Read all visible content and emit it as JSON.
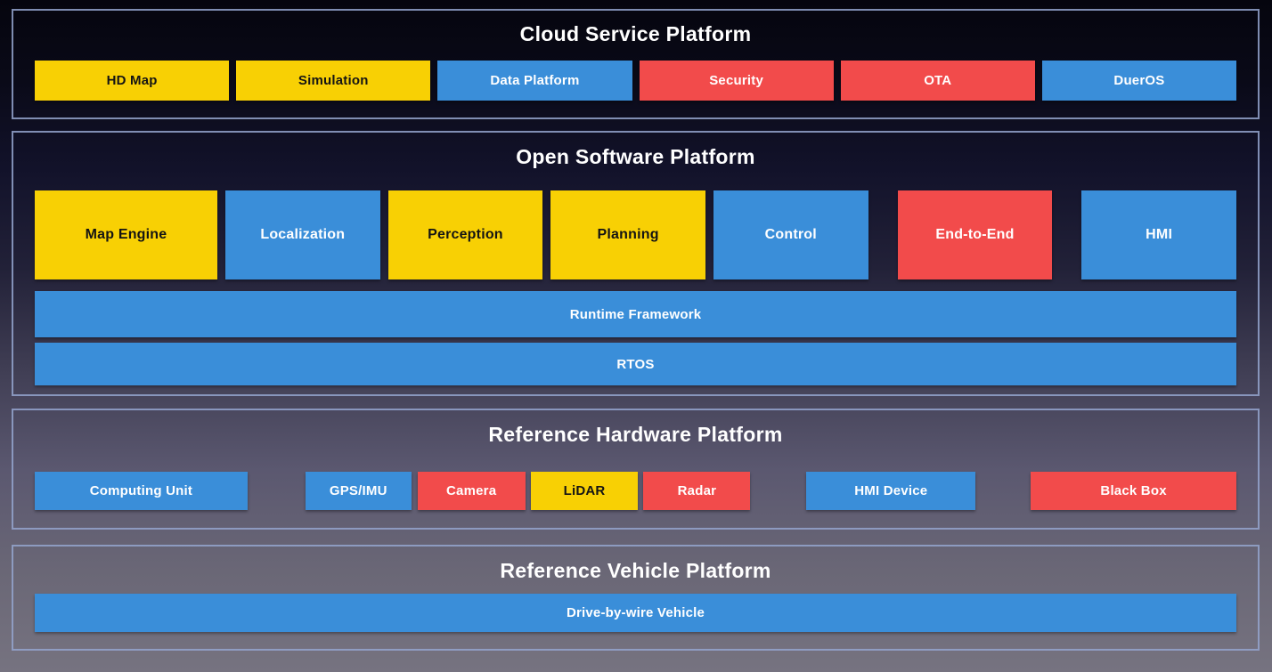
{
  "colors": {
    "yellow": "#F8D004",
    "blue": "#3A8ED9",
    "red": "#F24B4B",
    "panel_border": "#94A4CE",
    "background_top": "#05050E",
    "background_bottom": "#767380"
  },
  "sections": [
    {
      "id": "cloud",
      "title": "Cloud Service Platform",
      "boxes": [
        {
          "label": "HD Map",
          "color": "yellow"
        },
        {
          "label": "Simulation",
          "color": "yellow"
        },
        {
          "label": "Data Platform",
          "color": "blue"
        },
        {
          "label": "Security",
          "color": "red"
        },
        {
          "label": "OTA",
          "color": "red"
        },
        {
          "label": "DuerOS",
          "color": "blue"
        }
      ]
    },
    {
      "id": "software",
      "title": "Open Software Platform",
      "modules": [
        {
          "label": "Map Engine",
          "color": "yellow"
        },
        {
          "label": "Localization",
          "color": "blue"
        },
        {
          "label": "Perception",
          "color": "yellow"
        },
        {
          "label": "Planning",
          "color": "yellow"
        },
        {
          "label": "Control",
          "color": "blue"
        },
        {
          "label": "End-to-End",
          "color": "red"
        },
        {
          "label": "HMI",
          "color": "blue"
        }
      ],
      "bars": [
        {
          "label": "Runtime Framework",
          "color": "blue"
        },
        {
          "label": "RTOS",
          "color": "blue"
        }
      ]
    },
    {
      "id": "hardware",
      "title": "Reference Hardware Platform",
      "boxes": [
        {
          "label": "Computing Unit",
          "color": "blue"
        },
        {
          "label": "GPS/IMU",
          "color": "blue"
        },
        {
          "label": "Camera",
          "color": "red"
        },
        {
          "label": "LiDAR",
          "color": "yellow"
        },
        {
          "label": "Radar",
          "color": "red"
        },
        {
          "label": "HMI Device",
          "color": "blue"
        },
        {
          "label": "Black Box",
          "color": "red"
        }
      ]
    },
    {
      "id": "vehicle",
      "title": "Reference Vehicle Platform",
      "bars": [
        {
          "label": "Drive-by-wire Vehicle",
          "color": "blue"
        }
      ]
    }
  ]
}
